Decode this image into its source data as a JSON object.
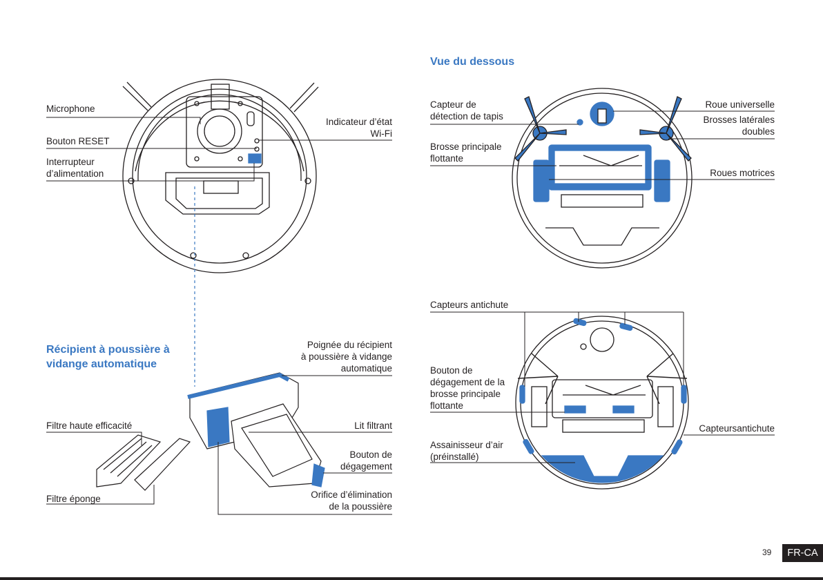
{
  "headings": {
    "bottom_view": "Vue du dessous",
    "dustbin": [
      "Récipient à poussière à",
      "vidange automatique"
    ]
  },
  "top_left_labels": {
    "microphone": "Microphone",
    "reset_button": "Bouton RESET",
    "power_switch": [
      "Interrupteur",
      "d’alimentation"
    ],
    "wifi_indicator": [
      "Indicateur d’état",
      "Wi-Fi"
    ]
  },
  "bottom_left_labels": {
    "bin_handle": [
      "Poignée du récipient",
      "à poussière à vidange",
      "automatique"
    ],
    "hepa_filter": "Filtre haute efficacité",
    "filter_mesh": "Lit filtrant",
    "release_button": [
      "Bouton de",
      "dégagement"
    ],
    "sponge_filter": "Filtre éponge",
    "dust_outlet": [
      "Orifice d’élimination",
      "de la poussière"
    ]
  },
  "top_right_labels": {
    "carpet_sensor": [
      "Capteur de",
      "détection de tapis"
    ],
    "floating_brush": [
      "Brosse principale",
      "flottante"
    ],
    "universal_wheel": "Roue universelle",
    "side_brushes": [
      "Brosses latérales",
      "doubles"
    ],
    "drive_wheels": "Roues motrices"
  },
  "bottom_right_labels": {
    "cliff_sensors_top": "Capteurs antichute",
    "brush_release": [
      "Bouton de",
      "dégagement de la",
      "brosse principale",
      "flottante"
    ],
    "cliff_sensors_side": "Capteursantichute",
    "air_freshener": [
      "Assainisseur d’air",
      "(préinstallé)"
    ]
  },
  "footer": {
    "page_number": "39",
    "region": "FR-CA"
  },
  "colors": {
    "accent": "#3a78c2",
    "ink": "#231f20"
  }
}
